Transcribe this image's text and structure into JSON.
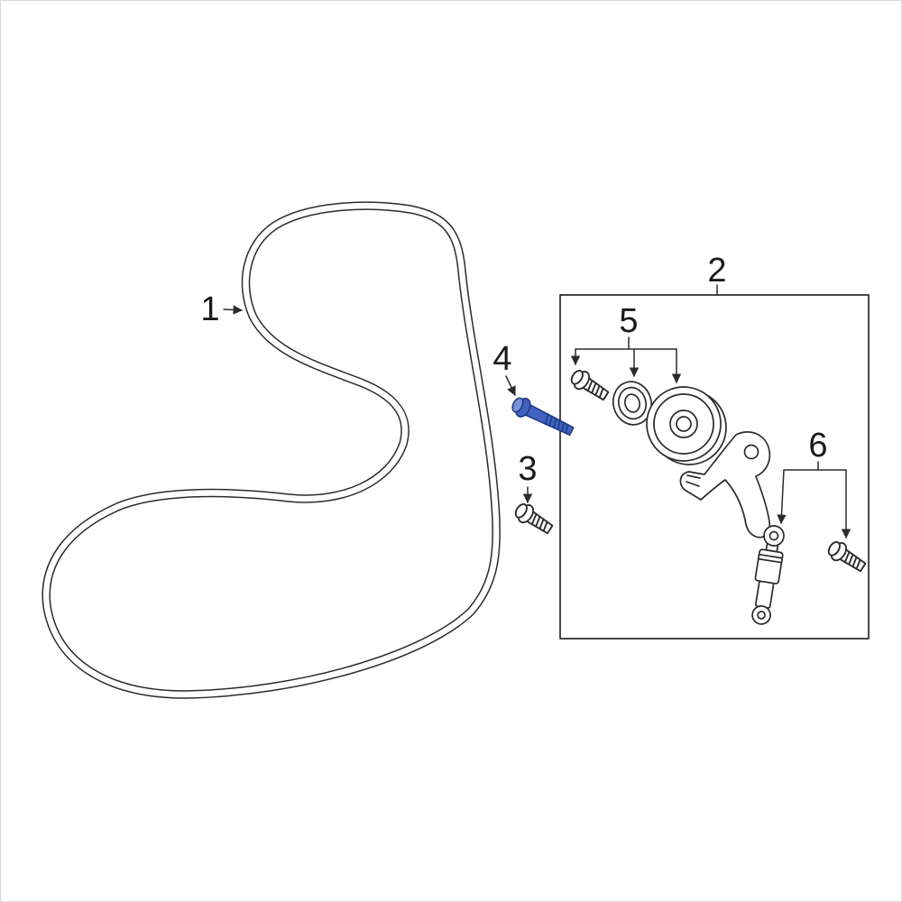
{
  "page": {
    "background": "#ffffff",
    "frame_color": "#d9d9d9"
  },
  "diagram": {
    "type": "parts-exploded-diagram",
    "colors": {
      "line": "#2b2b2b",
      "label": "#1a1a1a",
      "part_fill": "#ffffff",
      "highlight_fill": "#4262c0",
      "highlight_light": "#7b93d6",
      "highlight_stroke": "#1d3a85"
    },
    "callouts": {
      "c1": {
        "label": "1",
        "part": "serpentine-belt"
      },
      "c2": {
        "label": "2",
        "part": "tensioner-assembly"
      },
      "c3": {
        "label": "3",
        "part": "mount-bolt"
      },
      "c4": {
        "label": "4",
        "part": "mount-bolt-highlighted"
      },
      "c5": {
        "label": "5",
        "part": "pulley-bolt-washer-set"
      },
      "c6": {
        "label": "6",
        "part": "damper-bolt-set"
      }
    }
  }
}
